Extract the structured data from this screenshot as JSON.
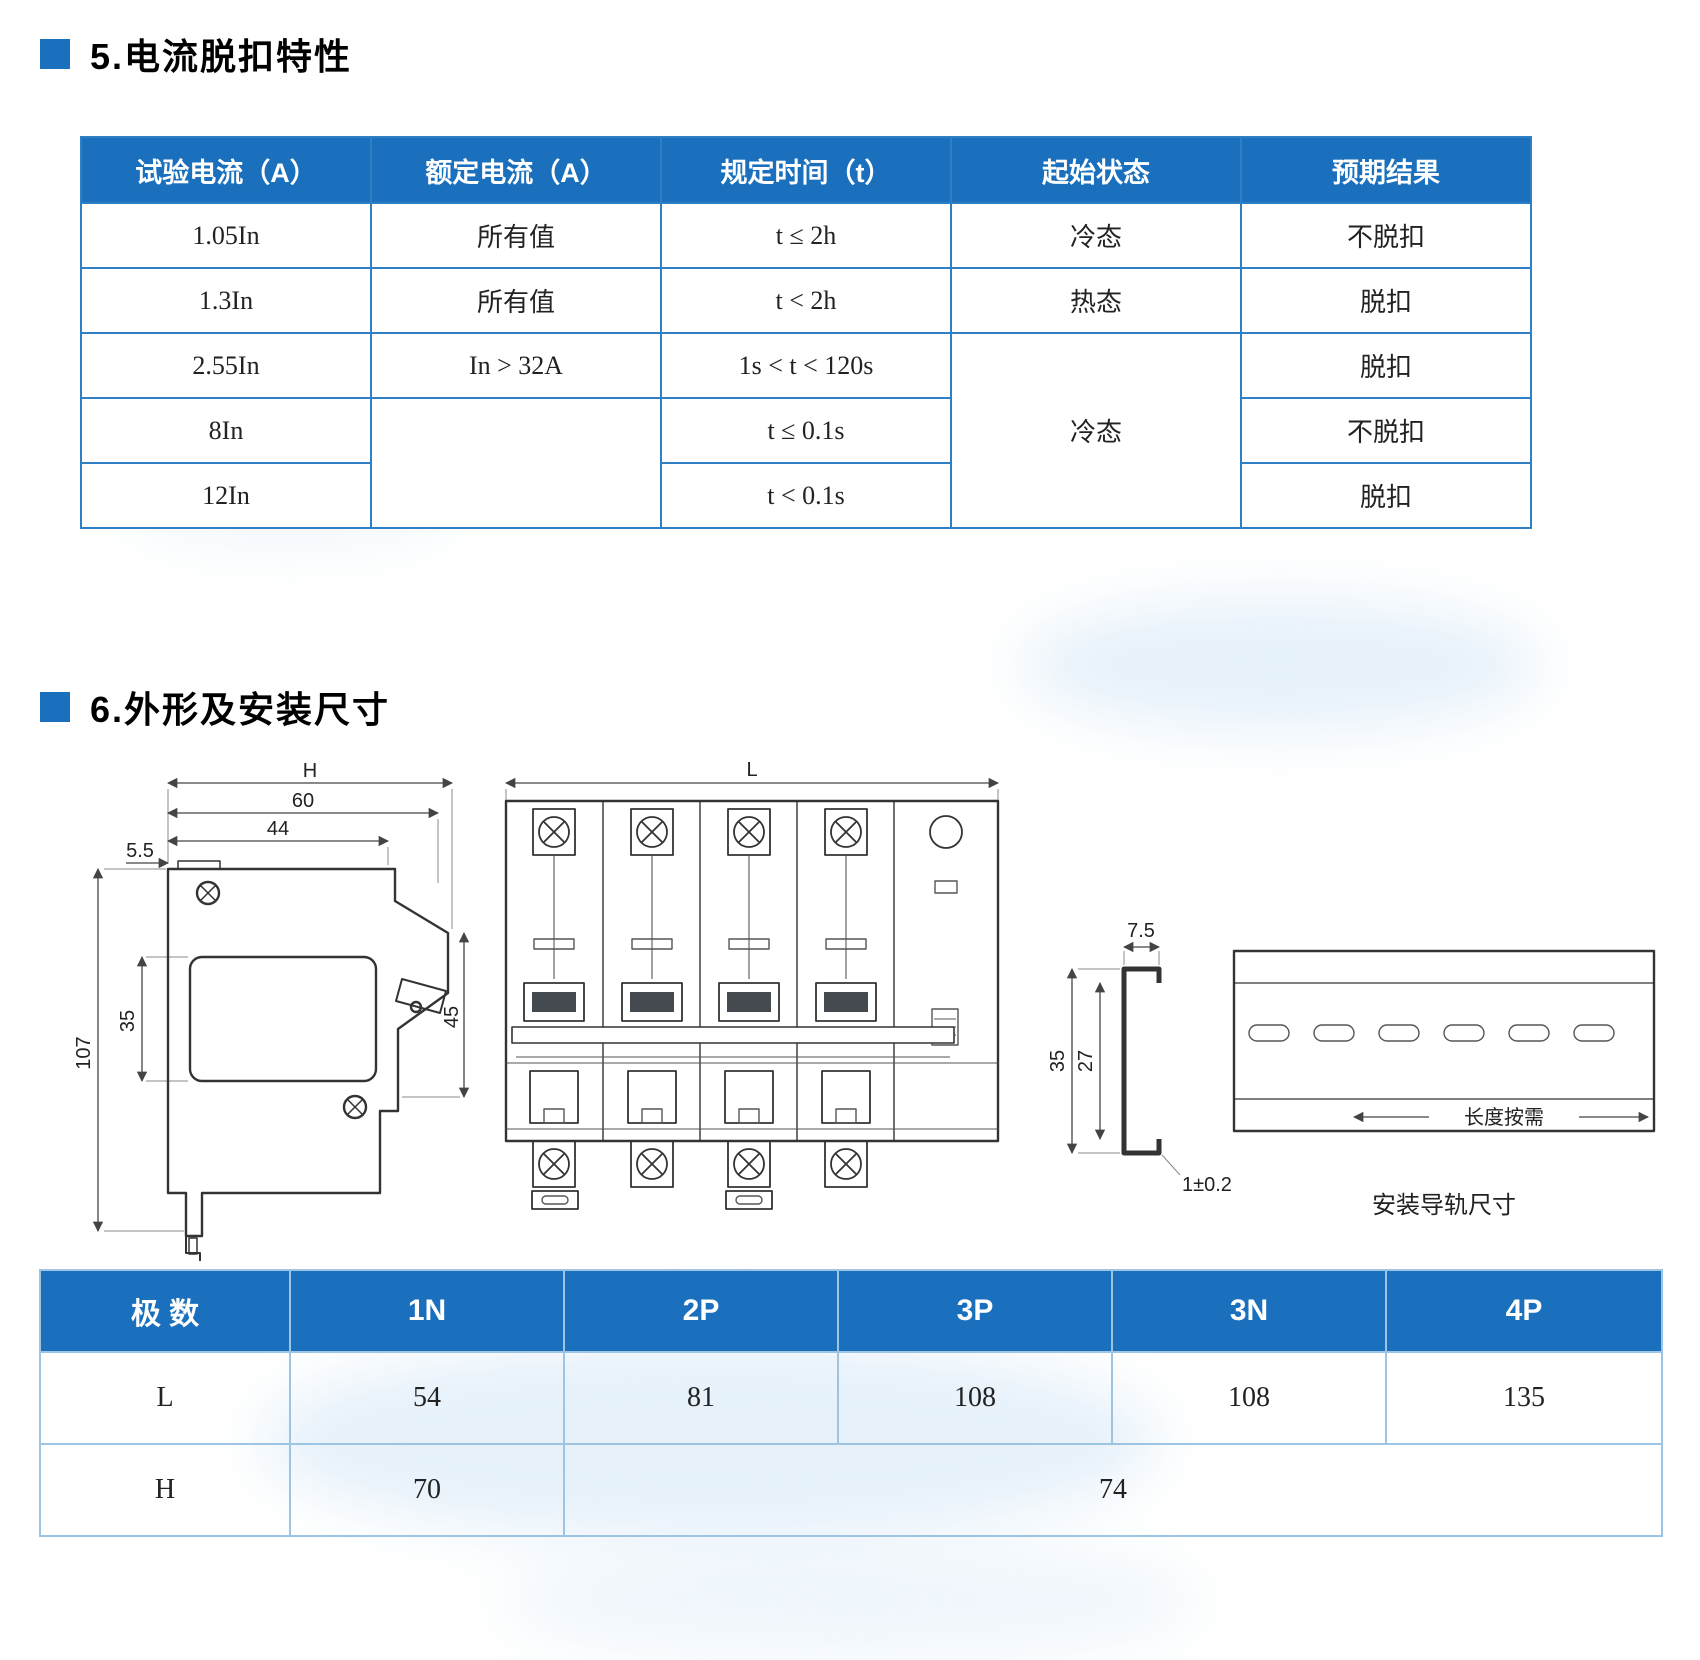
{
  "accent": "#1a70bd",
  "section5": {
    "title": "5.电流脱扣特性"
  },
  "trip_table": {
    "headers": [
      "试验电流（A）",
      "额定电流（A）",
      "规定时间（t）",
      "起始状态",
      "预期结果"
    ],
    "rows": [
      [
        "1.05In",
        "所有值",
        "t ≤ 2h",
        "冷态",
        "不脱扣"
      ],
      [
        "1.3In",
        "所有值",
        "t < 2h",
        "热态",
        "脱扣"
      ],
      [
        "2.55In",
        "In > 32A",
        "1s < t < 120s",
        "冷态",
        "脱扣"
      ],
      [
        "8In",
        "",
        "t ≤ 0.1s",
        "",
        "不脱扣"
      ],
      [
        "12In",
        "",
        "t < 0.1s",
        "",
        "脱扣"
      ]
    ]
  },
  "section6": {
    "title": "6.外形及安装尺寸"
  },
  "side_view": {
    "dim_h": "H",
    "dim_60": "60",
    "dim_44": "44",
    "dim_5_5": "5.5",
    "dim_35": "35",
    "dim_107": "107",
    "dim_45": "45"
  },
  "front_view": {
    "dim_l": "L"
  },
  "rail_view": {
    "dim_7_5": "7.5",
    "dim_35": "35",
    "dim_27": "27",
    "dim_thickness": "1±0.2",
    "length_note": "长度按需",
    "caption": "安装导轨尺寸"
  },
  "pole_table": {
    "headers": [
      "极 数",
      "1N",
      "2P",
      "3P",
      "3N",
      "4P"
    ],
    "row_L": [
      "L",
      "54",
      "81",
      "108",
      "108",
      "135"
    ],
    "row_H": {
      "label": "H",
      "n1": "70",
      "rest": "74"
    }
  }
}
